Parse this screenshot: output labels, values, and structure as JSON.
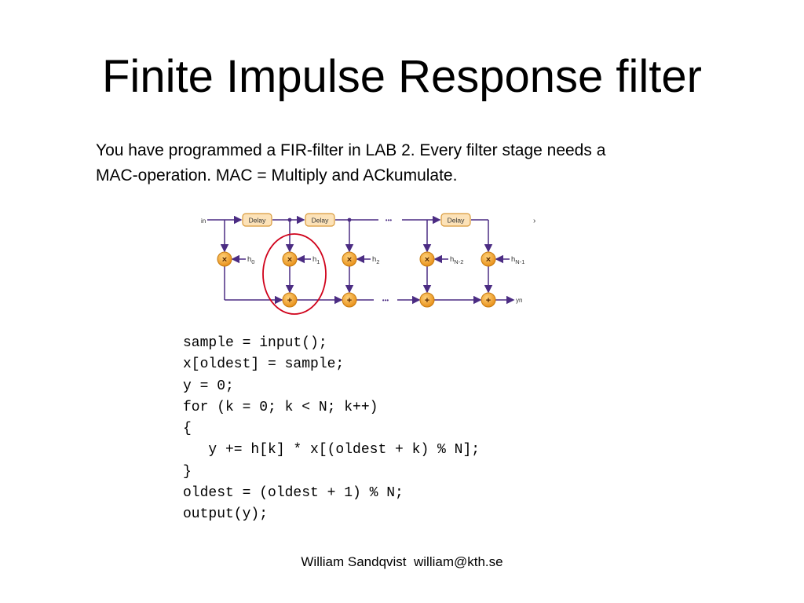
{
  "slide": {
    "title": "Finite Impulse Response filter",
    "intro_lines": [
      "You have programmed a FIR-filter in LAB 2. Every filter stage needs a",
      "MAC-operation. MAC = Multiply and ACkumulate."
    ]
  },
  "diagram": {
    "input_label": "in",
    "output_label": "yn",
    "delay_label": "Delay",
    "multiplier_symbol": "×",
    "adder_symbol": "+",
    "ellipsis": "•••",
    "output_chevron": "›",
    "coefficients": [
      {
        "base": "h",
        "sub": "0"
      },
      {
        "base": "h",
        "sub": "1"
      },
      {
        "base": "h",
        "sub": "2"
      },
      {
        "base": "h",
        "sub": "N-2"
      },
      {
        "base": "h",
        "sub": "N-1"
      }
    ],
    "colors": {
      "wire": "#4b2c83",
      "node": "#f5a623",
      "node_border": "#c57a10",
      "delay_fill": "#fce2b8",
      "delay_border": "#d99a3a",
      "highlight": "#d0021b"
    }
  },
  "code_lines": [
    "sample = input();",
    "x[oldest] = sample;",
    "y = 0;",
    "for (k = 0; k < N; k++)",
    "{",
    "   y += h[k] * x[(oldest + k) % N];",
    "}",
    "oldest = (oldest + 1) % N;",
    "output(y);"
  ],
  "footer": {
    "author": "William Sandqvist",
    "email": "william@kth.se"
  }
}
